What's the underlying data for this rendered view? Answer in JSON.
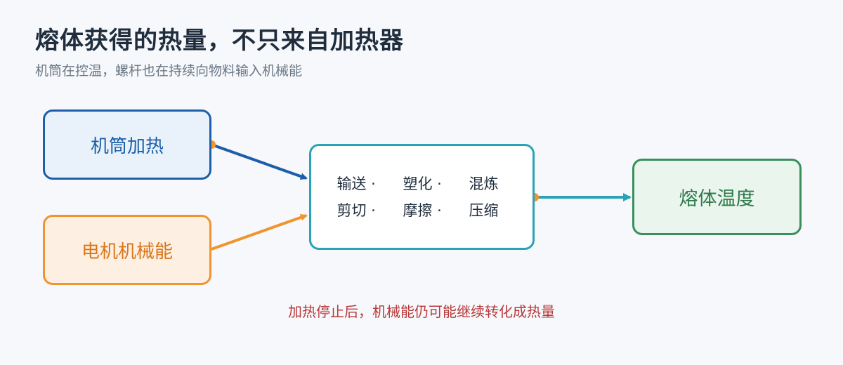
{
  "header": {
    "title": "熔体获得的热量，不只来自加热器",
    "subtitle": "机筒在控温，螺杆也在持续向物料输入机械能"
  },
  "nodes": {
    "barrel_heating": "机筒加热",
    "motor_energy": "电机机械能",
    "process_rows": [
      [
        "输送 ·",
        "塑化 ·",
        "混炼"
      ],
      [
        "剪切 ·",
        "摩擦 ·",
        "压缩"
      ]
    ],
    "melt_temperature": "熔体温度"
  },
  "note": "加热停止后，机械能仍可能继续转化成热量",
  "colors": {
    "barrel": "#1c5fa8",
    "motor": "#f0942e",
    "process": "#2aa3b5",
    "melt": "#3a8f5c",
    "note": "#b83a3a"
  }
}
